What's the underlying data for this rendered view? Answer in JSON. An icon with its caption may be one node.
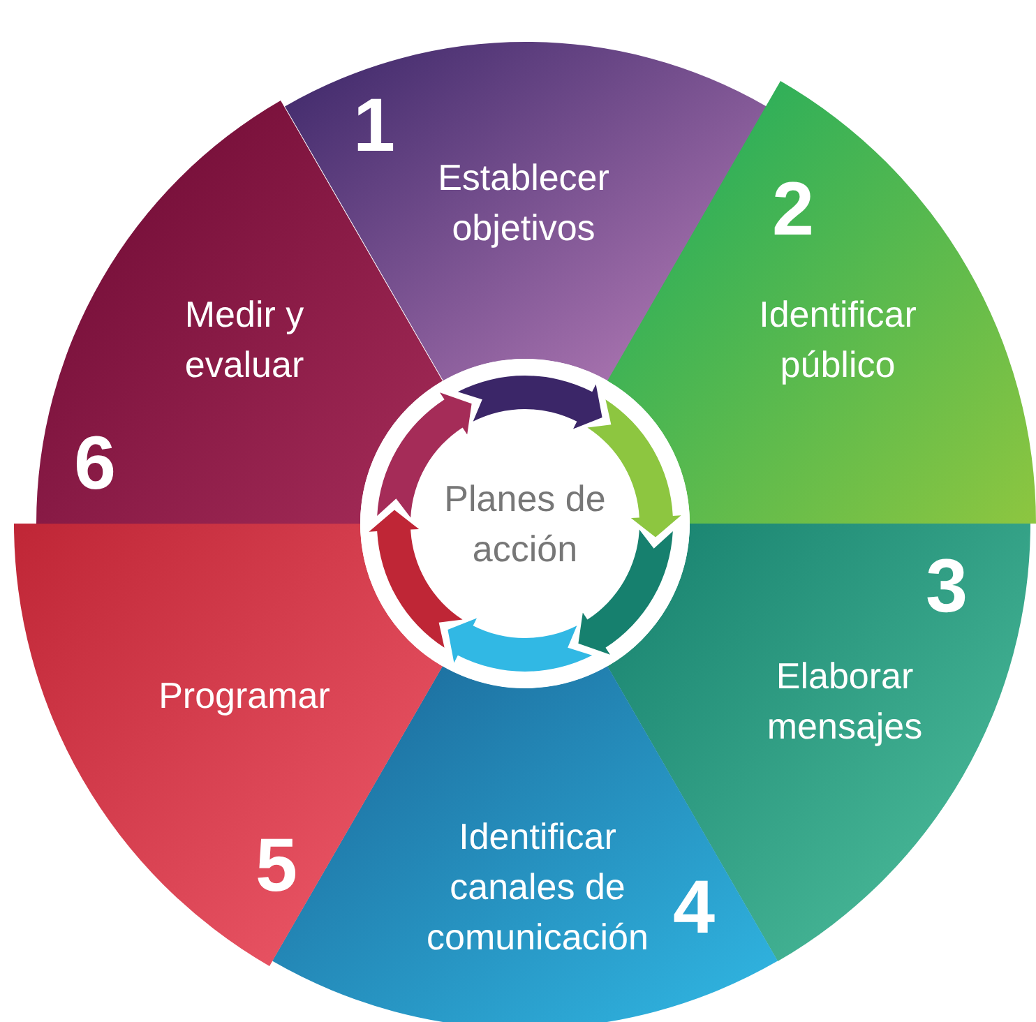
{
  "diagram": {
    "nodes": [
      {
        "text": [
          "1",
          "Establecer objetivos"
        ]
      },
      {
        "text": [
          "2",
          "Identificar público"
        ]
      },
      {
        "text": [
          "3",
          "Elaborar mensajes"
        ]
      },
      {
        "text": [
          "Identificar canales de comunicación",
          "4"
        ]
      },
      {
        "text": [
          "Programar",
          "5"
        ]
      },
      {
        "text": [
          "Medir y evaluar",
          "6"
        ]
      },
      {
        "text": [
          "Planes de acción"
        ]
      }
    ]
  }
}
